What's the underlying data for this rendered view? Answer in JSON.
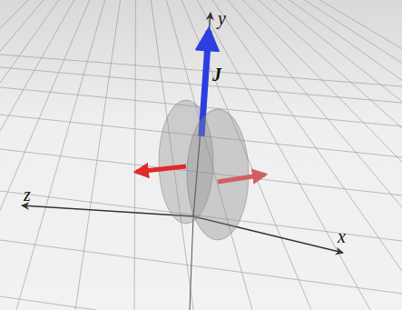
{
  "diagram": {
    "labels": [
      "y",
      "J",
      "z",
      "x"
    ]
  }
}
